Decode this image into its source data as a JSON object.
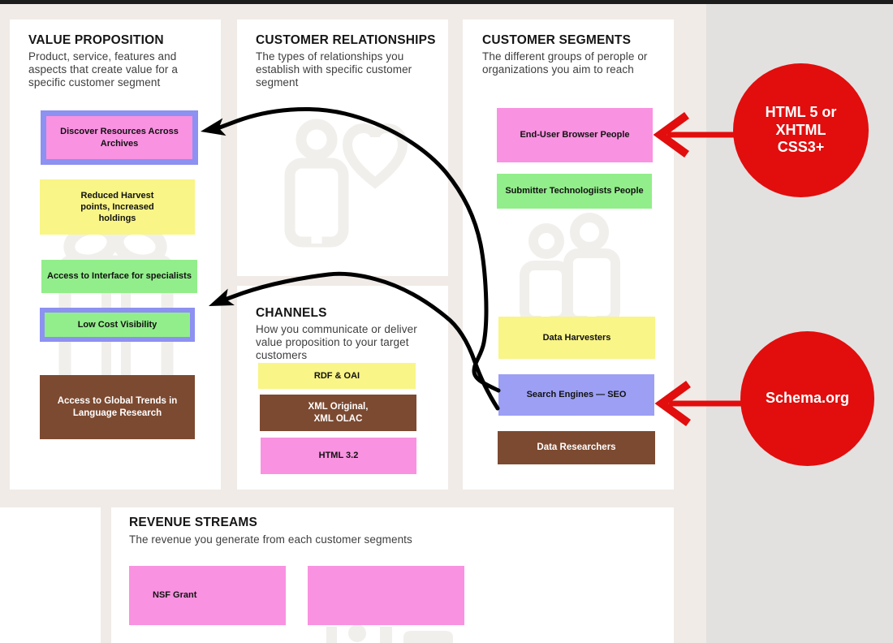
{
  "palette": {
    "canvas_bg": "#f0ebe7",
    "side_bg": "#e2e1e0",
    "top_bar": "#1c1c1c",
    "panel_bg": "#ffffff",
    "pink": "#f992e1",
    "yellow": "#f9f587",
    "green": "#92ee8a",
    "purple": "#9c9ff4",
    "purple_border": "#8d91f1",
    "brown": "#7c4a31",
    "red": "#e20d0d",
    "icon_gray": "#f1efec",
    "arrow_black": "#000000"
  },
  "panels": {
    "value_proposition": {
      "title": "VALUE PROPOSITION",
      "subtitle": "Product, service, features and\naspects that create value for a\nspecific customer segment",
      "notes": [
        {
          "text": "Discover Resources Across\nArchives",
          "color": "pink",
          "border": "purple"
        },
        {
          "text": "Reduced Harvest\npoints, Increased\nholdings",
          "color": "yellow"
        },
        {
          "text": "Access to Interface for specialists",
          "color": "green"
        },
        {
          "text": "Low Cost Visibility",
          "color": "green",
          "border": "purple"
        },
        {
          "text": "Access to Global Trends in\nLanguage Research",
          "color": "brown"
        }
      ]
    },
    "customer_relationships": {
      "title": "CUSTOMER RELATIONSHIPS",
      "subtitle": "The types of relationships you\nestablish with specific customer\nsegment"
    },
    "channels": {
      "title": "CHANNELS",
      "subtitle": "How you communicate or deliver\nvalue proposition to your target\ncustomers",
      "notes": [
        {
          "text": "RDF & OAI",
          "color": "yellow"
        },
        {
          "text": "XML Original,\nXML OLAC",
          "color": "brown"
        },
        {
          "text": "HTML 3.2",
          "color": "pink"
        }
      ]
    },
    "customer_segments": {
      "title": "CUSTOMER SEGMENTS",
      "subtitle": "The different groups of perople or\norganizations you aim to reach",
      "notes": [
        {
          "text": "End-User Browser People",
          "color": "pink"
        },
        {
          "text": "Submitter Technologiists People",
          "color": "green"
        },
        {
          "text": "Data Harvesters",
          "color": "yellow"
        },
        {
          "text": "Search Engines — SEO",
          "color": "purple"
        },
        {
          "text": "Data Researchers",
          "color": "brown"
        }
      ]
    },
    "revenue_streams": {
      "title": "REVENUE STREAMS",
      "subtitle": "The revenue you generate from each customer segments",
      "notes": [
        {
          "text": "NSF Grant",
          "color": "pink"
        },
        {
          "text": "",
          "color": "pink"
        }
      ]
    }
  },
  "callouts": [
    {
      "label": "HTML 5 or\nXHTML\nCSS3+"
    },
    {
      "label": "Schema.org"
    }
  ]
}
